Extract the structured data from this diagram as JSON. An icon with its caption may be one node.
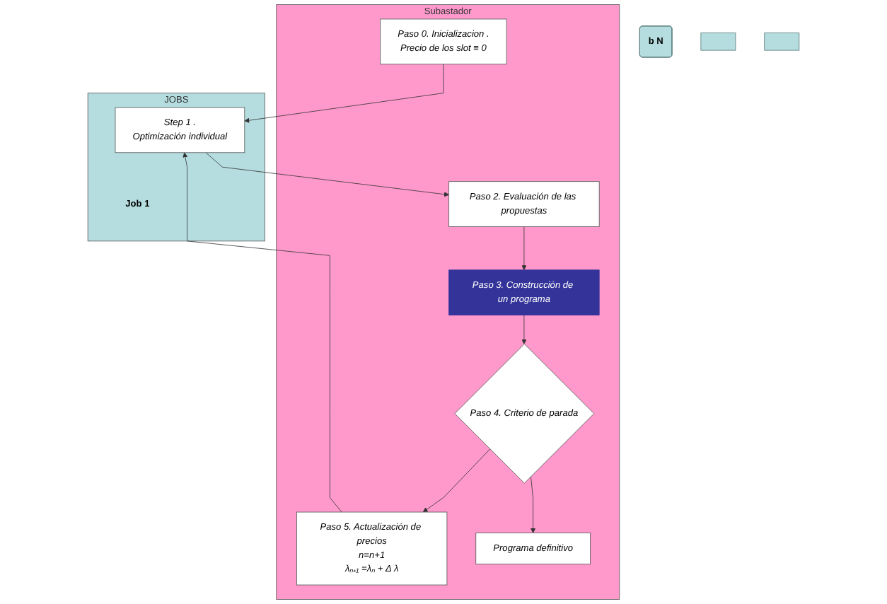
{
  "diagram": {
    "nodes": [
      {
        "text": [
          "Subastador"
        ]
      },
      {
        "text": [
          "Paso 0. Inicializacion .",
          "Precio de los slot ≡ 0"
        ],
        "in": 0
      },
      {
        "text": [
          "Paso 5. Actualización de precios",
          "n=n+1",
          "λₙ₊₁ =λₙ + Δ λ"
        ],
        "in": 0
      },
      {
        "text": [
          "Paso 2. Evaluación de las propuestas"
        ],
        "in": 0
      },
      {
        "text": [
          "Paso 3. Construcción de un programa"
        ],
        "in": 0
      },
      {
        "text": [
          "Paso 4. Criterio de parada"
        ],
        "in": 0
      },
      {
        "text": [
          "Programa definitivo"
        ],
        "in": 0
      },
      {
        "text": [
          "JOBS",
          "Job 1"
        ]
      },
      {
        "text": [
          "Step 1 .",
          "Optimización individual"
        ],
        "in": 7
      },
      {
        "text": [
          "b N"
        ]
      },
      {
        "text": [],
        "shape": "box"
      },
      {
        "text": [],
        "shape": "box"
      }
    ],
    "edges": [
      {
        "from": 1,
        "to": 8,
        "arrow": "to"
      },
      {
        "from": 2,
        "to": 8,
        "arrow": "to"
      },
      {
        "from": 8,
        "to": 3,
        "arrow": "to"
      },
      {
        "from": 3,
        "to": 4,
        "arrow": "to"
      },
      {
        "from": 4,
        "to": 5,
        "arrow": "to"
      },
      {
        "from": 5,
        "to": 2,
        "arrow": "to"
      },
      {
        "from": 5,
        "to": 6,
        "arrow": "to"
      }
    ]
  }
}
